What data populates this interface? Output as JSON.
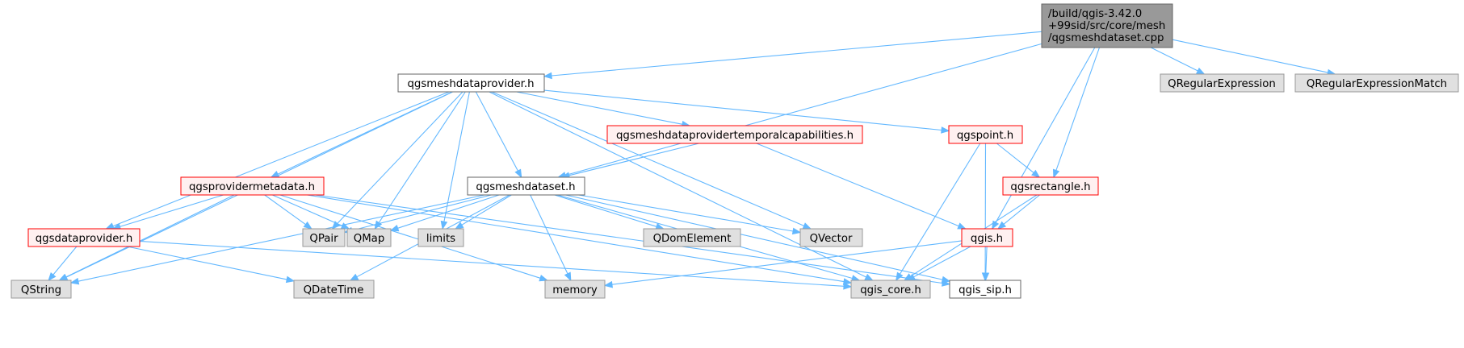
{
  "diagram": {
    "colors": {
      "edge": "#63b8ff",
      "root_fill": "#999999",
      "root_border": "#666666",
      "plain_fill": "#ffffff",
      "plain_border": "#666666",
      "partial_fill": "#fff0f0",
      "partial_border": "#ff0000",
      "external_fill": "#e0e0e0",
      "external_border": "#999999"
    },
    "nodes": {
      "root": {
        "lines": [
          "/build/qgis-3.42.0",
          "+99sid/src/core/mesh",
          "/qgsmeshdataset.cpp"
        ],
        "style": "root"
      },
      "qgsmeshdataprovider": {
        "lines": [
          "qgsmeshdataprovider.h"
        ],
        "style": "plain"
      },
      "qregularexpression": {
        "lines": [
          "QRegularExpression"
        ],
        "style": "external"
      },
      "qregularexpressionmatch": {
        "lines": [
          "QRegularExpressionMatch"
        ],
        "style": "external"
      },
      "qgsmeshdataprovidertemporalcapabilities": {
        "lines": [
          "qgsmeshdataprovidertemporalcapabilities.h"
        ],
        "style": "partial"
      },
      "qgspoint": {
        "lines": [
          "qgspoint.h"
        ],
        "style": "partial"
      },
      "qgsprovidermetadata": {
        "lines": [
          "qgsprovidermetadata.h"
        ],
        "style": "partial"
      },
      "qgsmeshdataset": {
        "lines": [
          "qgsmeshdataset.h"
        ],
        "style": "plain"
      },
      "qgsrectangle": {
        "lines": [
          "qgsrectangle.h"
        ],
        "style": "partial"
      },
      "qgsdataprovider": {
        "lines": [
          "qgsdataprovider.h"
        ],
        "style": "partial"
      },
      "qpair": {
        "lines": [
          "QPair"
        ],
        "style": "external"
      },
      "qmap": {
        "lines": [
          "QMap"
        ],
        "style": "external"
      },
      "limits": {
        "lines": [
          "limits"
        ],
        "style": "external"
      },
      "qdomelement": {
        "lines": [
          "QDomElement"
        ],
        "style": "external"
      },
      "qvector": {
        "lines": [
          "QVector"
        ],
        "style": "external"
      },
      "qgis": {
        "lines": [
          "qgis.h"
        ],
        "style": "partial"
      },
      "qstring": {
        "lines": [
          "QString"
        ],
        "style": "external"
      },
      "qdatetime": {
        "lines": [
          "QDateTime"
        ],
        "style": "external"
      },
      "memory": {
        "lines": [
          "memory"
        ],
        "style": "external"
      },
      "qgis_core": {
        "lines": [
          "qgis_core.h"
        ],
        "style": "external"
      },
      "qgis_sip": {
        "lines": [
          "qgis_sip.h"
        ],
        "style": "plain"
      }
    },
    "edges": [
      [
        "root",
        "qgsmeshdataprovider"
      ],
      [
        "root",
        "qgsmeshdataset"
      ],
      [
        "root",
        "qregularexpression"
      ],
      [
        "root",
        "qregularexpressionmatch"
      ],
      [
        "root",
        "qgsrectangle"
      ],
      [
        "root",
        "qgis"
      ],
      [
        "qgsmeshdataprovider",
        "qgsmeshdataset"
      ],
      [
        "qgsmeshdataprovider",
        "qgsmeshdataprovidertemporalcapabilities"
      ],
      [
        "qgsmeshdataprovider",
        "qgspoint"
      ],
      [
        "qgsmeshdataprovider",
        "qgsprovidermetadata"
      ],
      [
        "qgsmeshdataprovider",
        "qgsdataprovider"
      ],
      [
        "qgsmeshdataprovider",
        "qpair"
      ],
      [
        "qgsmeshdataprovider",
        "qmap"
      ],
      [
        "qgsmeshdataprovider",
        "limits"
      ],
      [
        "qgsmeshdataprovider",
        "qvector"
      ],
      [
        "qgsmeshdataprovider",
        "qstring"
      ],
      [
        "qgsmeshdataprovider",
        "qgis_core"
      ],
      [
        "qgsmeshdataprovidertemporalcapabilities",
        "qgsmeshdataset"
      ],
      [
        "qgsmeshdataprovidertemporalcapabilities",
        "qgis"
      ],
      [
        "qgspoint",
        "qgsrectangle"
      ],
      [
        "qgspoint",
        "qgis_core"
      ],
      [
        "qgspoint",
        "qgis_sip"
      ],
      [
        "qgsrectangle",
        "qgis"
      ],
      [
        "qgsrectangle",
        "qgis_core"
      ],
      [
        "qgsprovidermetadata",
        "qgsdataprovider"
      ],
      [
        "qgsprovidermetadata",
        "qpair"
      ],
      [
        "qgsprovidermetadata",
        "qmap"
      ],
      [
        "qgsprovidermetadata",
        "qstring"
      ],
      [
        "qgsprovidermetadata",
        "memory"
      ],
      [
        "qgsprovidermetadata",
        "qgis_core"
      ],
      [
        "qgsprovidermetadata",
        "qgis_sip"
      ],
      [
        "qgsmeshdataset",
        "qpair"
      ],
      [
        "qgsmeshdataset",
        "qmap"
      ],
      [
        "qgsmeshdataset",
        "limits"
      ],
      [
        "qgsmeshdataset",
        "qdomelement"
      ],
      [
        "qgsmeshdataset",
        "qvector"
      ],
      [
        "qgsmeshdataset",
        "qstring"
      ],
      [
        "qgsmeshdataset",
        "qdatetime"
      ],
      [
        "qgsmeshdataset",
        "memory"
      ],
      [
        "qgsmeshdataset",
        "qgis_core"
      ],
      [
        "qgsmeshdataset",
        "qgis_sip"
      ],
      [
        "qgsdataprovider",
        "qstring"
      ],
      [
        "qgsdataprovider",
        "qdatetime"
      ],
      [
        "qgsdataprovider",
        "qgis_core"
      ],
      [
        "qgis",
        "memory"
      ],
      [
        "qgis",
        "qgis_core"
      ],
      [
        "qgis",
        "qgis_sip"
      ]
    ]
  }
}
